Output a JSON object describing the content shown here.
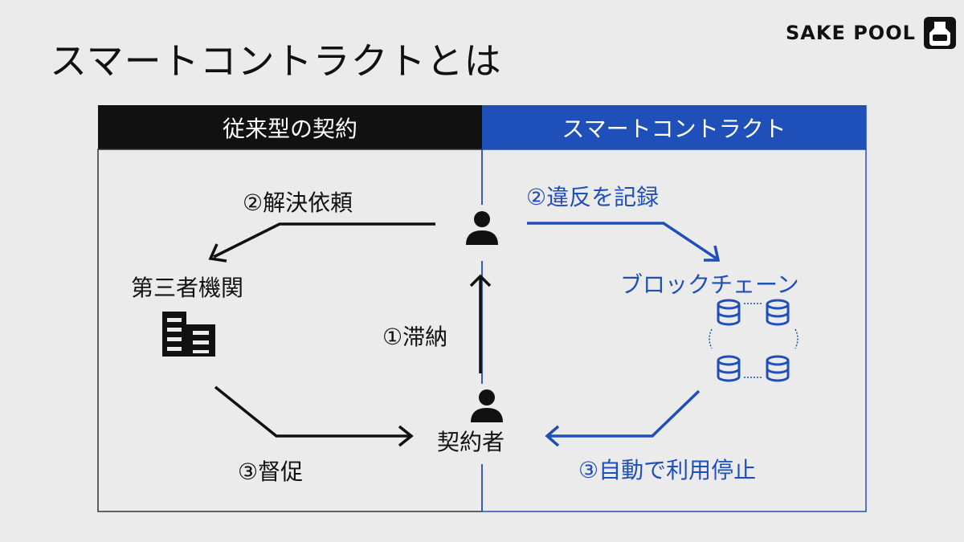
{
  "title": "スマートコントラクトとは",
  "logo": {
    "text": "SAKE POOL",
    "icon": "sake-cup-icon"
  },
  "columns": {
    "traditional": {
      "header": "従来型の契約"
    },
    "smart": {
      "header": "スマートコントラクト"
    }
  },
  "nodes": {
    "third_party": "第三者機関",
    "contractor": "契約者",
    "blockchain": "ブロックチェーン"
  },
  "steps": {
    "delinquency": "①滞納",
    "request_resolution": "②解決依頼",
    "record_violation": "②違反を記録",
    "urge": "③督促",
    "auto_stop": "③自動で利用停止"
  },
  "colors": {
    "background": "#ebebeb",
    "black": "#111111",
    "blue": "#1f4fb8"
  }
}
